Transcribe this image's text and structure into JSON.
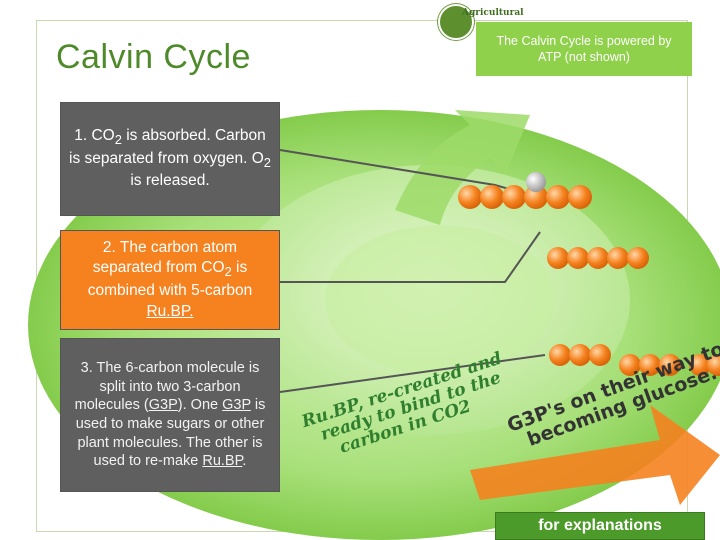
{
  "title": "Calvin Cycle",
  "logo": {
    "text": "Agricultural",
    "icon": "leaf-logo-icon"
  },
  "note": "The Calvin Cycle is powered by ATP (not shown)",
  "steps": [
    {
      "parts": [
        "1. CO",
        "2",
        " is absorbed. Carbon is separated from oxygen.  O",
        "2",
        " is released."
      ]
    },
    {
      "parts": [
        "2. The carbon atom separated from CO",
        "2",
        " is combined with 5-carbon ",
        "Ru.BP."
      ]
    },
    {
      "parts": [
        "3. The 6-carbon molecule is split into two 3-carbon molecules (",
        "G3P",
        "). One ",
        "G3P",
        " is used to make sugars or other plant molecules. The other is used to re-make ",
        "Ru.BP",
        "."
      ]
    }
  ],
  "arc_left_lines": [
    "Ru.BP, re-created and",
    "ready to bind to the",
    "carbon in CO2"
  ],
  "arc_right_lines": [
    "G3P's on their way to",
    "becoming glucose."
  ],
  "explain_button": "for explanations",
  "colors": {
    "title": "#4f8a2a",
    "note_bg": "#8fd14b",
    "step_gray": "#5f5f5f",
    "step_orange": "#f5821f",
    "cycle_outer": "#8dd35a",
    "cycle_inner": "#b5e58a",
    "molecule": "#f5821f"
  }
}
